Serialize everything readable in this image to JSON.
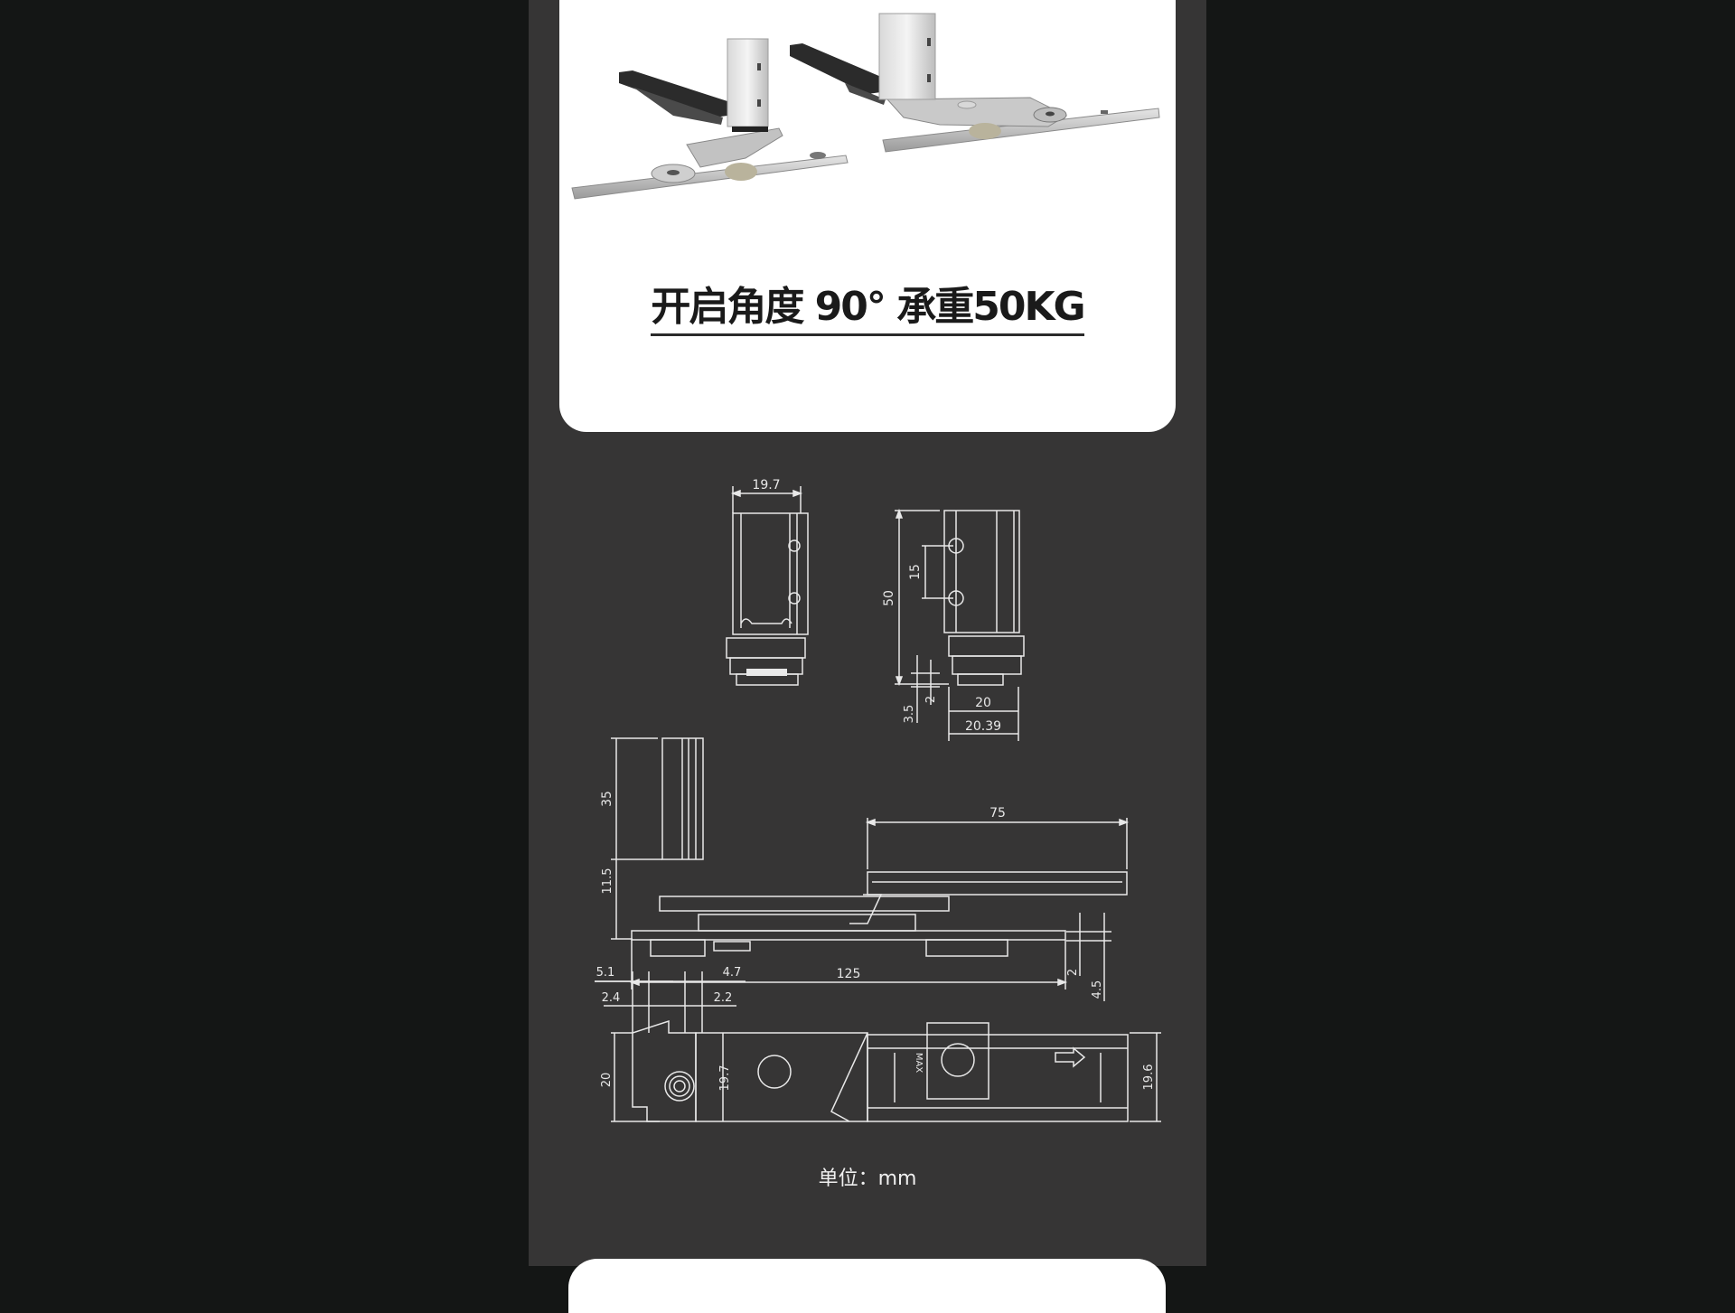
{
  "page": {
    "background_color": "#141615",
    "column_color": "#363535",
    "card_color": "#ffffff"
  },
  "product_card": {
    "image_alt": "two pivot hinges with aluminium post, black rail and stainless base plate",
    "headline": "开启角度 90°  承重50KG"
  },
  "drawing": {
    "stroke_color": "#e8e8e8",
    "front_view": {
      "width_dim": "19.7"
    },
    "side_view": {
      "height_dim": "50",
      "hole_spacing_dim": "15",
      "gap_dim_a": "3.5",
      "gap_dim_b": "2",
      "base_width_dim": "20",
      "overall_width_dim": "20.39"
    },
    "elevation_view": {
      "post_height_dim": "35",
      "plate_height_dim": "11.5",
      "arm_length_dim": "75",
      "overall_length_dim": "125",
      "right_dim_a": "2",
      "right_dim_b": "4.5"
    },
    "plan_view": {
      "dim_top_left": "5.1",
      "dim_second_left": "2.4",
      "dim_top_right": "4.7",
      "dim_second_right": "2.2",
      "depth_dim": "20",
      "inner_depth_dim": "19.7",
      "end_depth_dim": "19.6",
      "mark": "MAX"
    }
  },
  "unit_label": "单位：mm"
}
